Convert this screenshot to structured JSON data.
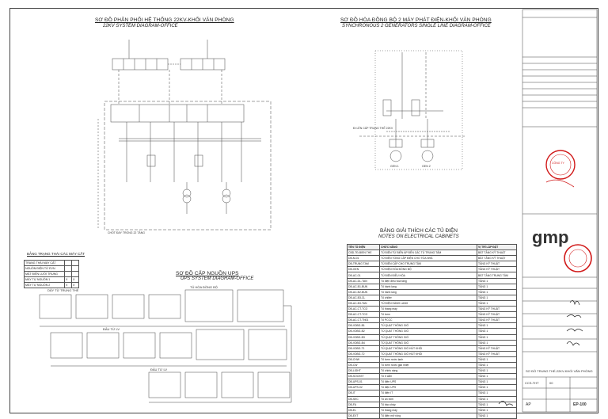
{
  "sheet": {
    "corner_note": "",
    "title_1": "SƠ ĐỒ PHÂN PHỐI HỆ THỐNG 22KV-KHỐI VĂN PHÒNG",
    "subtitle_1": "22KV SYSTEM DIAGRAM-OFFICE",
    "title_2": "SƠ ĐỒ HÒA ĐỒNG BỘ 2 MÁY PHÁT ĐIỆN-KHỐI VĂN PHÒNG",
    "subtitle_2": "SYNCHRONOUS 2 GENERATORS SINGLE LINE DIAGRAM-OFFICE",
    "title_3": "SƠ ĐỒ CẤP NGUỒN UPS",
    "subtitle_3": "UPS SYSTEM DIAGRAM-OFFICE",
    "cabinet_title": "BẢNG GIẢI THÍCH CÁC TỦ ĐIỆN",
    "cabinet_subtitle": "NOTES ON ELECTRICAL CABINETS",
    "switch_title": "BẢNG TRẠNG THÁI CÁC MÁY CẮT"
  },
  "switch_table": {
    "rows": [
      [
        "TRẠNG THÁI MÁY CẮT",
        "",
        ""
      ],
      [
        "NGUỒN ĐIỆN TỪ EVN",
        "",
        ""
      ],
      [
        "MẤT ĐIỆN LƯỚI TRUNG",
        "",
        ""
      ],
      [
        "MÁY TỰ NGUỒN 1",
        "X",
        "X"
      ],
      [
        "MÁY TỰ NGUỒN 2",
        "X",
        "X"
      ]
    ]
  },
  "cabinet_table": {
    "headers": [
      "TÊN TỦ ĐIỆN",
      "CHỨC NĂNG",
      "VỊ TRÍ LẮP ĐẶT"
    ],
    "rows": [
      [
        "CBD-TĐ-BIEN THE",
        "TỦ ĐIỆN TỪ BIẾN ÁP ĐẾN CÁC TỦ TRUNG TÂM",
        "BẮT TẦNG KỸ THUẬT"
      ],
      [
        "DB-M-01",
        "TỦ ĐIỆN TỔNG CẤP ĐIỆN CHO TÒA NHÀ",
        "BẮT TẦNG KỸ THUẬT"
      ],
      [
        "DB-TRUNG TAM",
        "TỦ ĐIỆN CẤP CHO TRUNG TÂM",
        "TẦNG KỸ THUẬT"
      ],
      [
        "DB-GEN",
        "TỦ ĐIỆN HÒA ĐỒNG BỘ",
        "TẦNG KỸ THUẬT"
      ],
      [
        "DB-AC-01",
        "TỦ ĐIỆN ĐIỀU HÒA",
        "BẮT TẦNG TRUNG TÂM"
      ],
      [
        "DB-AC-DL-TAN",
        "Tủ điện điều hòa tầng",
        "TẦNG 1"
      ],
      [
        "DB-AC-B1-BUN",
        "Tủ hành lang",
        "TẦNG 1"
      ],
      [
        "DB-AC-B2-BUN",
        "Tủ hành lang",
        "TẦNG 1"
      ],
      [
        "DB-AC-B3-CL",
        "Tủ chiller",
        "TẦNG 1"
      ],
      [
        "DB-AC-B3-TAN",
        "TỦ ĐIỆN HÀNH LANG",
        "TẦNG 1"
      ],
      [
        "DB-AC-CT-TCO",
        "Tủ thang máy",
        "TẦNG KỸ THUẬT"
      ],
      [
        "DB-AC-CT-TCO",
        "Tủ bơm",
        "TẦNG KỸ THUẬT"
      ],
      [
        "DB-AC-CT-TN01",
        "Tủ PCCC",
        "TẦNG KỸ THUẬT"
      ],
      [
        "DB-VDBG-B1",
        "TỦ QUẠT THÔNG GIÓ",
        "TẦNG 1"
      ],
      [
        "DB-VDBG-B2",
        "TỦ QUẠT THÔNG GIÓ",
        "TẦNG 1"
      ],
      [
        "DB-VDBG-B3",
        "TỦ QUẠT THÔNG GIÓ",
        "TẦNG 1"
      ],
      [
        "DB-VDBG-B4",
        "TỦ QUẠT THÔNG GIÓ",
        "TẦNG 1"
      ],
      [
        "DB-VDBG-T1",
        "TỦ QUẠT THÔNG GIÓ HÚT KHÓI",
        "TẦNG KỸ THUẬT"
      ],
      [
        "DB-VDBG-T2",
        "TỦ QUẠT THÔNG GIÓ HÚT KHÓI",
        "TẦNG KỸ THUẬT"
      ],
      [
        "DB-CHW",
        "Tủ bơm nước lạnh",
        "TẦNG 1"
      ],
      [
        "DB-CW",
        "Tủ bơm nước giải nhiệt",
        "TẦNG 1"
      ],
      [
        "DB-LIGHT",
        "Tủ chiếu sáng",
        "TẦNG 1"
      ],
      [
        "DB-SOCKET",
        "Tủ ổ cắm",
        "TẦNG 1"
      ],
      [
        "DB-UPS-01",
        "Tủ điện UPS",
        "TẦNG 1"
      ],
      [
        "DB-UPS-02",
        "Tủ điện UPS",
        "TẦNG 1"
      ],
      [
        "DB-IT",
        "Tủ điện IT",
        "TẦNG 1"
      ],
      [
        "DB-SEC",
        "Tủ an ninh",
        "TẦNG 1"
      ],
      [
        "DB-FA",
        "Tủ báo cháy",
        "TẦNG 1"
      ],
      [
        "DB-EL",
        "Tủ thang máy",
        "TẦNG 1"
      ],
      [
        "DB-EXT",
        "Tủ điện mở rộng",
        "TẦNG 1"
      ]
    ]
  },
  "title_block": {
    "logo": "gmp",
    "stamp_text": "CÔNG TY",
    "project": "SƠ ĐỒ TRUNG THẾ-22KV-KHỐI VĂN PHÒNG",
    "drawing_no": "EP-100",
    "code": "CCS-THT",
    "revision": "00",
    "scale": "AP"
  },
  "ups": {
    "row_labels": [
      "DÂY TỪ TRUNG THẾ",
      "ĐẤU TỪ LV",
      "ĐẤU TỪ LV"
    ],
    "cabinet_label": "TỦ HÒA ĐỒNG BỘ"
  },
  "diagram": {
    "bus_labels": [
      "GEN 1",
      "GEN 2"
    ],
    "note_left": "CHỐT ĐÁY TRONG 22 TẦNG",
    "note_right": "ĐI LÊN CÁP TRUNG THẾ 22KV"
  },
  "colors": {
    "line": "#444444",
    "stamp": "#d11a1a",
    "text": "#222222"
  }
}
